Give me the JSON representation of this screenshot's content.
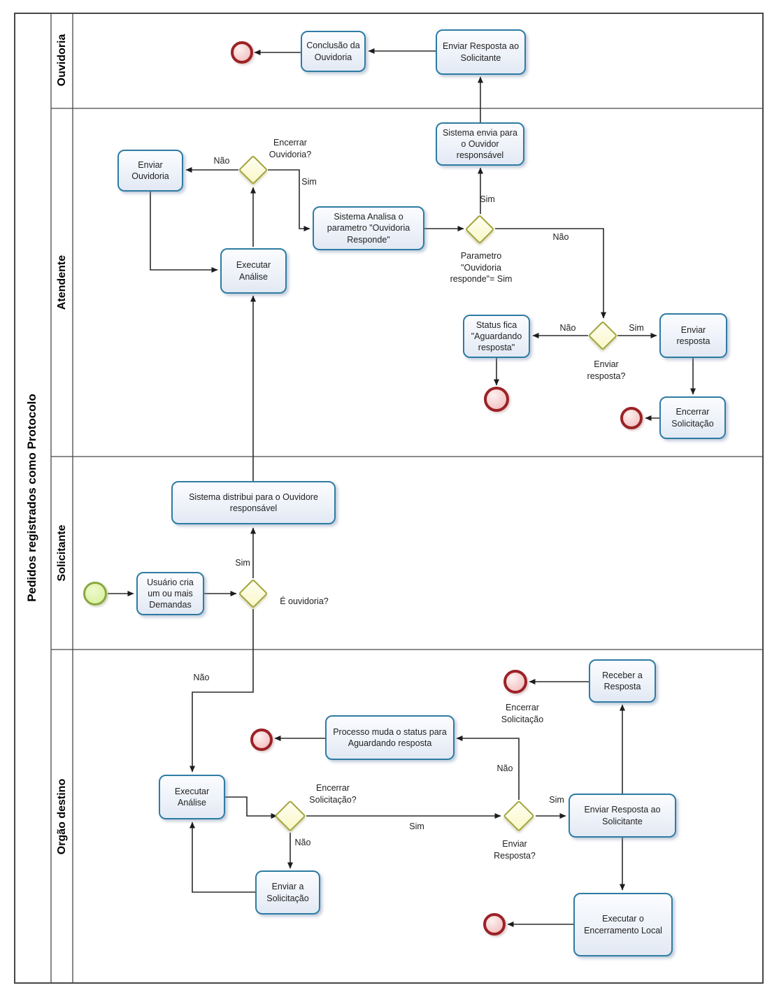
{
  "pool": {
    "title": "Pedidos registrados como Protocolo"
  },
  "lanes": [
    {
      "label": "Ouvidoria"
    },
    {
      "label": "Atendente"
    },
    {
      "label": "Solicitante"
    },
    {
      "label": "Orgão destino"
    }
  ],
  "nodes": {
    "conclusao_ouvidoria": {
      "label": "Conclusão da Ouvidoria"
    },
    "enviar_resposta_solicitante_ouv": {
      "label": "Enviar Resposta ao Solicitante"
    },
    "enviar_ouvidoria": {
      "label": "Enviar Ouvidoria"
    },
    "executar_analise_atendente": {
      "label": "Executar Análise"
    },
    "sistema_analisa": {
      "label": "Sistema Analisa o parametro \"Ouvidoria Responde\""
    },
    "sistema_envia": {
      "label": "Sistema envia para o Ouvidor responsável"
    },
    "status_fica": {
      "label": "Status fica \"Aguardando resposta\""
    },
    "enviar_resposta_task": {
      "label": "Enviar resposta"
    },
    "encerrar_solicitacao_task": {
      "label": "Encerrar Solicitação"
    },
    "usuario_cria": {
      "label": "Usuário cria um ou mais Demandas"
    },
    "sistema_distribui": {
      "label": "Sistema distribui para o Ouvidore responsável"
    },
    "processo_muda": {
      "label": "Processo muda o status para Aguardando resposta"
    },
    "executar_analise_orgao": {
      "label": "Executar Análise"
    },
    "enviar_a_solicitacao": {
      "label": "Enviar a Solicitação"
    },
    "receber_resposta": {
      "label": "Receber a Resposta"
    },
    "enviar_resposta_ao_solicitante_orgao": {
      "label": "Enviar Resposta ao Solicitante"
    },
    "executar_encerramento": {
      "label": "Executar o Encerramento Local"
    }
  },
  "gateways": {
    "encerrar_ouvidoria": {
      "label": "Encerrar Ouvidoria?"
    },
    "parametro_ouvidoria": {
      "label": "Parametro \"Ouvidoria responde\"= Sim"
    },
    "enviar_resposta_q": {
      "label": "Enviar resposta?"
    },
    "e_ouvidoria": {
      "label": "É ouvidoria?"
    },
    "encerrar_solicitacao_q": {
      "label": "Encerrar Solicitação?"
    },
    "enviar_resposta_q2": {
      "label": "Enviar Resposta?"
    }
  },
  "end_labels": {
    "encerrar_solicitacao": "Encerrar Solicitação"
  },
  "edge_labels": {
    "sim": "Sim",
    "nao": "Não"
  },
  "colors": {
    "task_border": "#2e7ca3",
    "task_fill": "#eef2f9",
    "gateway_border": "#a3a43b",
    "gateway_fill": "#f8f8c8",
    "end_event_border": "#9b2226",
    "end_event_fill": "#f2b6b6",
    "start_event_border": "#8aa83f",
    "start_event_fill": "#d5f093",
    "connector": "#2b2b2b"
  }
}
